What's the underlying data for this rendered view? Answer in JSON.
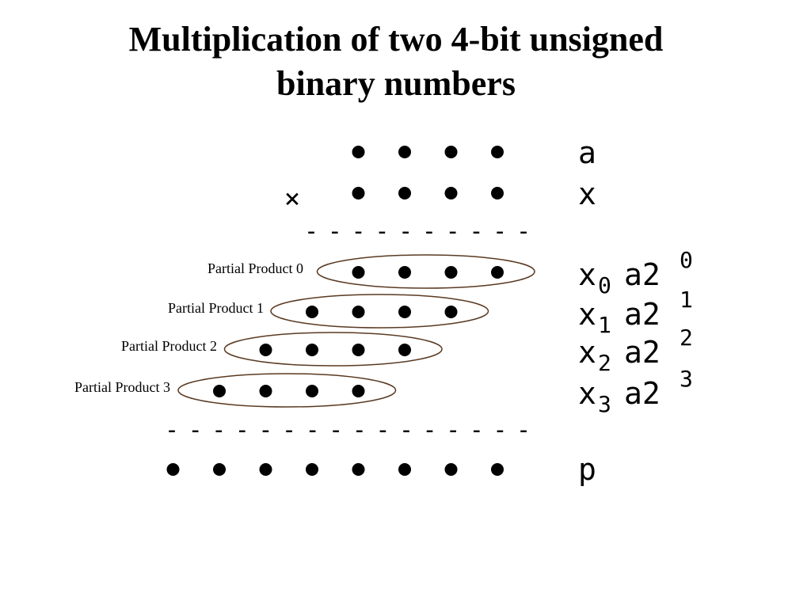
{
  "title": {
    "line1": "Multiplication  of  two  4-bit  unsigned",
    "line2": "binary numbers"
  },
  "operator_symbol": "×",
  "separator_short": "----------",
  "separator_long": "----------------",
  "operand_a_label": "a",
  "operand_x_label": "x",
  "product_label": "p",
  "operand_bits": 4,
  "product_bits": 8,
  "partial_products": [
    {
      "label": "Partial Product 0",
      "x_var": "x",
      "x_sub": "0",
      "term": "a2",
      "exp": "0",
      "shift": 0
    },
    {
      "label": "Partial Product 1",
      "x_var": "x",
      "x_sub": "1",
      "term": "a2",
      "exp": "1",
      "shift": 1
    },
    {
      "label": "Partial Product 2",
      "x_var": "x",
      "x_sub": "2",
      "term": "a2",
      "exp": "2",
      "shift": 2
    },
    {
      "label": "Partial Product 3",
      "x_var": "x",
      "x_sub": "3",
      "term": "a2",
      "exp": "3",
      "shift": 3
    }
  ],
  "colors": {
    "text": "#000000",
    "dot": "#000000",
    "ellipse": "#5a3a22"
  }
}
